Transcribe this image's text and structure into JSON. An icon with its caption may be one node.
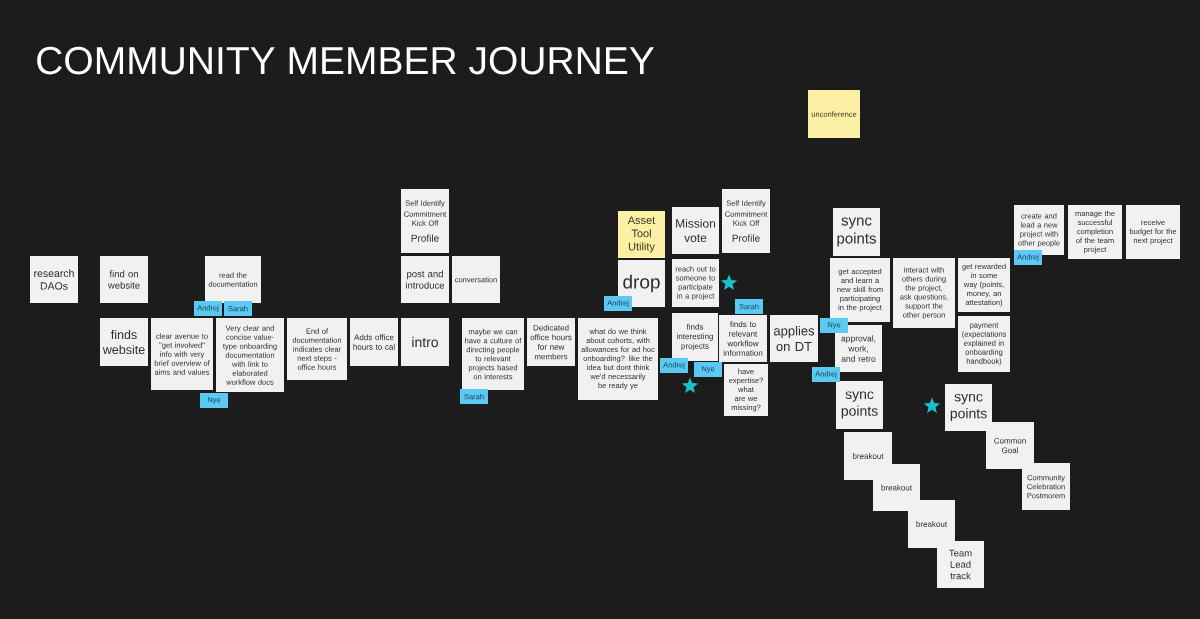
{
  "diagram": {
    "title": "COMMUNITY MEMBER JOURNEY",
    "nodes": [
      {
        "text": [
          "research DAOs"
        ]
      },
      {
        "text": [
          "find on website"
        ]
      },
      {
        "text": [
          "read the documentation"
        ]
      },
      {
        "text": [
          "Self Identify",
          "Commitment Kick Off",
          "Profile"
        ]
      },
      {
        "text": [
          "post and introduce"
        ]
      },
      {
        "text": [
          "conversation"
        ]
      },
      {
        "text": [
          "finds website"
        ]
      },
      {
        "text": [
          "clear avenue to \"get involved\" info with very brief overview of aims and values"
        ]
      },
      {
        "text": [
          "Andrej"
        ]
      },
      {
        "text": [
          "Sarah"
        ]
      },
      {
        "text": [
          "Very clear and concise value-type onboarding documentation with link to elaborated workflow docs"
        ]
      },
      {
        "text": [
          "Nye"
        ]
      },
      {
        "text": [
          "End of documentation indicates clear next steps - office hours"
        ]
      },
      {
        "text": [
          "Adds office hours to cal"
        ]
      },
      {
        "text": [
          "intro"
        ]
      },
      {
        "text": [
          "maybe we can have a culture of directing people to relevant projects based on interests"
        ]
      },
      {
        "text": [
          "Sarah"
        ]
      },
      {
        "text": [
          "Dedicated office hours for new members"
        ]
      },
      {
        "text": [
          "what do we think about cohorts, with allowances for ad hoc onboarding? like the idea but dont think we'd necessarily be ready ye"
        ]
      },
      {
        "text": [
          "Asset Tool Utility"
        ]
      },
      {
        "text": [
          "drop"
        ]
      },
      {
        "text": [
          "Andrej"
        ]
      },
      {
        "text": [
          "Mission vote"
        ]
      },
      {
        "text": [
          "Self Identify",
          "Commitment Kick Off",
          "Profile"
        ]
      },
      {
        "text": [
          "reach out to someone to participate in a project"
        ]
      },
      {
        "text": [
          "Sarah"
        ]
      },
      {
        "text": [
          "finds interesting projects"
        ]
      },
      {
        "text": [
          "Andrej"
        ]
      },
      {
        "text": [
          "finds to relevant workflow information"
        ]
      },
      {
        "text": [
          "Nye"
        ]
      },
      {
        "text": [
          "have expertise? what are we missing?"
        ]
      },
      {
        "text": [
          "applies on DT"
        ]
      },
      {
        "text": [
          "unconference"
        ]
      },
      {
        "text": [
          "sync points"
        ]
      },
      {
        "text": [
          "get accepted and learn a new skill from participating in the project"
        ]
      },
      {
        "text": [
          "Nye"
        ]
      },
      {
        "text": [
          "interact with others during the project, ask questions, support the other person"
        ]
      },
      {
        "text": [
          "get rewarded in some way (points, money, an attestation)"
        ]
      },
      {
        "text": [
          "create and lead a new project with other people"
        ]
      },
      {
        "text": [
          "Andrej"
        ]
      },
      {
        "text": [
          "manage the successful completion of the team project"
        ]
      },
      {
        "text": [
          "receive budget for the next project"
        ]
      },
      {
        "text": [
          "approval, work, and retro"
        ]
      },
      {
        "text": [
          "payment (expectations explained in onboarding handbook)"
        ]
      },
      {
        "text": [
          "Andrej"
        ]
      },
      {
        "text": [
          "sync points"
        ]
      },
      {
        "text": [
          "breakout"
        ]
      },
      {
        "text": [
          "breakout"
        ]
      },
      {
        "text": [
          "breakout"
        ]
      },
      {
        "text": [
          "Team Lead track"
        ]
      },
      {
        "text": [
          "sync points"
        ]
      },
      {
        "text": [
          "Common Goal"
        ]
      },
      {
        "text": [
          "Community Celebration Postmorem"
        ]
      }
    ]
  }
}
